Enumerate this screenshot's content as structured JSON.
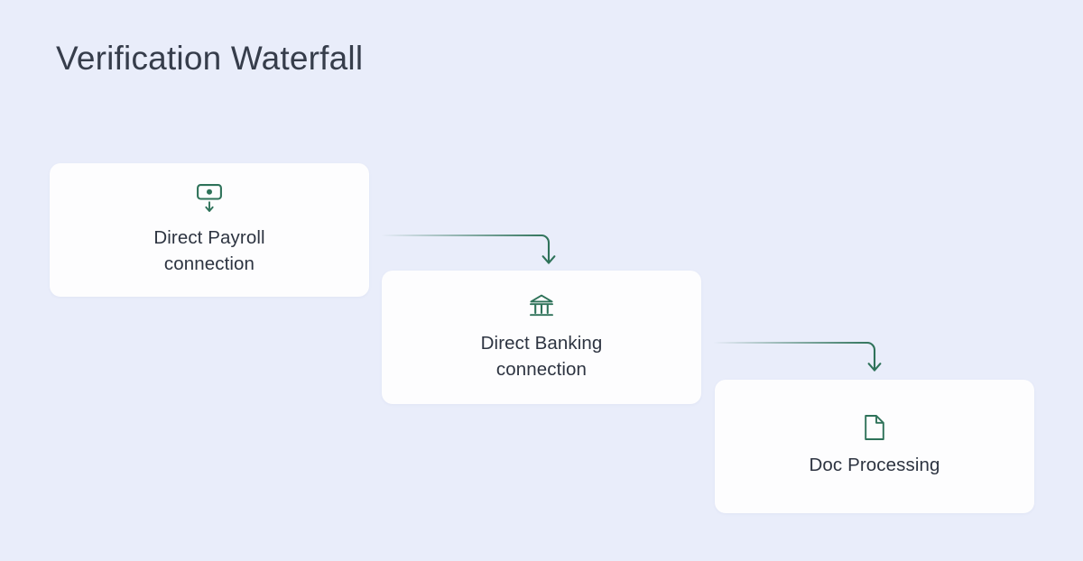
{
  "page": {
    "title": "Verification Waterfall",
    "background_color": "#e9edfa",
    "title_color": "#363d4b"
  },
  "theme": {
    "card_background": "#fdfdfe",
    "accent_green": "#2e7259",
    "text_color": "#2d3441"
  },
  "diagram": {
    "type": "waterfall-flow",
    "direction": "left-to-right-descending",
    "steps": [
      {
        "id": "direct-payroll",
        "order": 1,
        "label": "Direct Payroll connection",
        "label_line_1": "Direct Payroll",
        "label_line_2": "connection",
        "icon": "banknote-down-arrow-icon",
        "icon_color": "#2e7259"
      },
      {
        "id": "direct-banking",
        "order": 2,
        "label": "Direct Banking connection",
        "label_line_1": "Direct Banking",
        "label_line_2": "connection",
        "icon": "bank-building-icon",
        "icon_color": "#2e7259"
      },
      {
        "id": "doc-processing",
        "order": 3,
        "label": "Doc Processing",
        "label_line_1": "Doc Processing",
        "label_line_2": "",
        "icon": "document-file-icon",
        "icon_color": "#2e7259"
      }
    ],
    "connectors": [
      {
        "id": "connector-payroll-to-banking",
        "from": "direct-payroll",
        "to": "direct-banking",
        "style": "elbow-arrow-fading",
        "color": "#2e7259"
      },
      {
        "id": "connector-banking-to-doc",
        "from": "direct-banking",
        "to": "doc-processing",
        "style": "elbow-arrow-fading",
        "color": "#2e7259"
      }
    ]
  }
}
